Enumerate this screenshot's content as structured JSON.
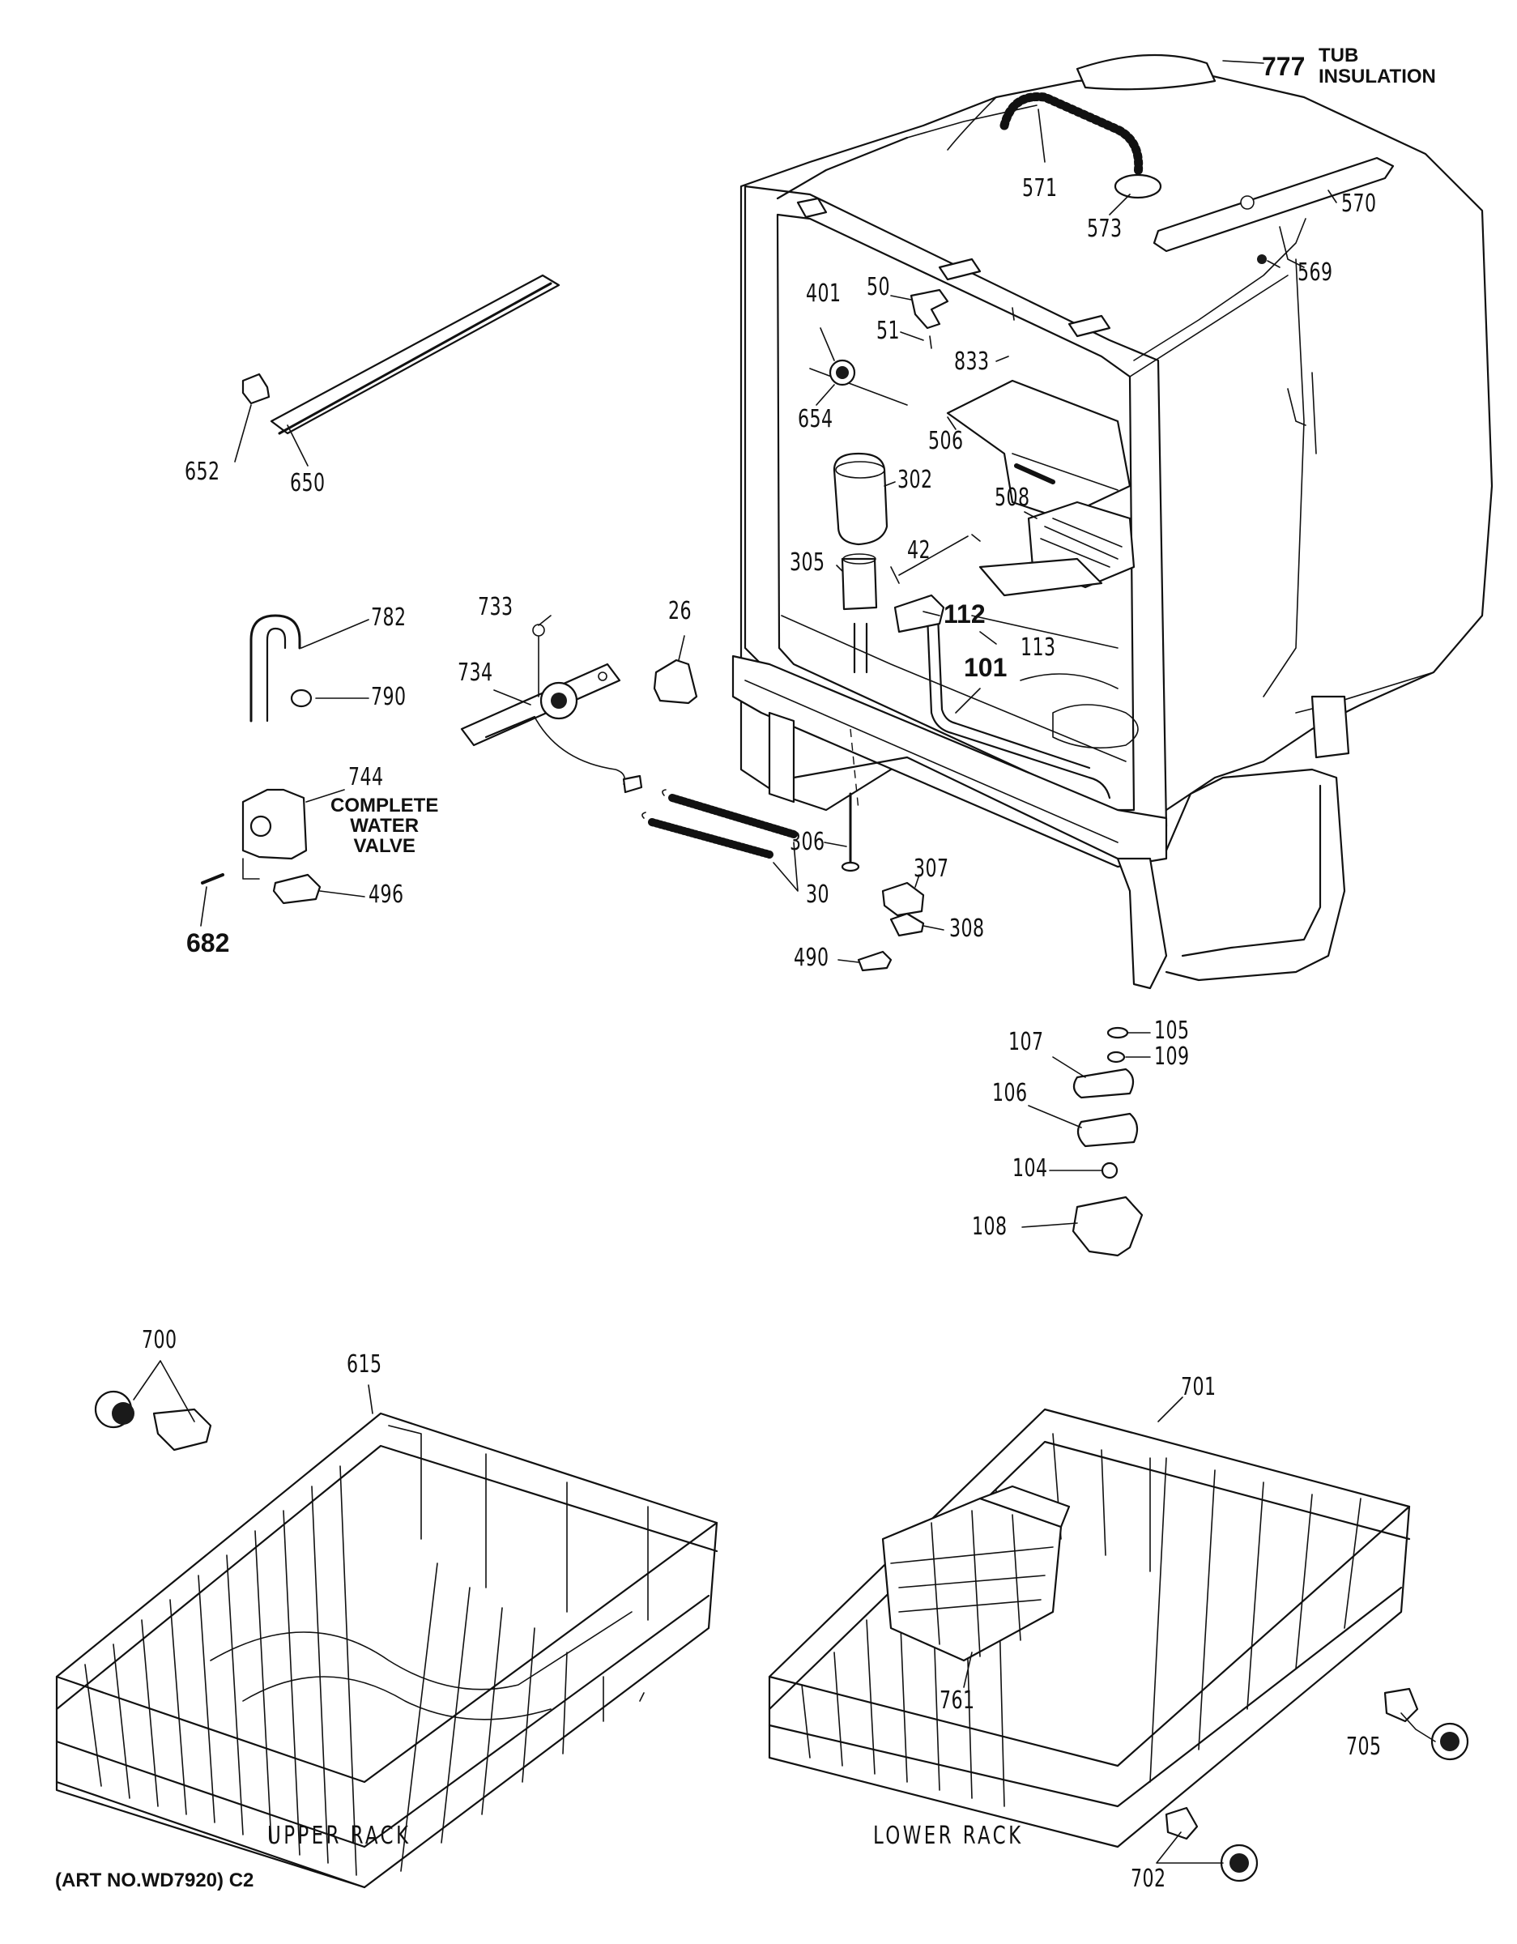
{
  "labels": {
    "l777": "777",
    "tub_insulation": "TUB\nINSULATION",
    "l571": "571",
    "l573": "573",
    "l570": "570",
    "l569": "569",
    "l401": "401",
    "l50": "50",
    "l51": "51",
    "l833": "833",
    "l654": "654",
    "l506": "506",
    "l302": "302",
    "l508": "508",
    "l42": "42",
    "l305": "305",
    "l112": "112",
    "l113": "113",
    "l101": "101",
    "l652": "652",
    "l650": "650",
    "l782": "782",
    "l790": "790",
    "l733": "733",
    "l734": "734",
    "l26": "26",
    "l744": "744",
    "complete_water_valve": "COMPLETE\nWATER\nVALVE",
    "l682": "682",
    "l496": "496",
    "l30": "30",
    "l306": "306",
    "l307": "307",
    "l308": "308",
    "l490": "490",
    "l105": "105",
    "l109": "109",
    "l107": "107",
    "l106": "106",
    "l104": "104",
    "l108": "108",
    "l700": "700",
    "l615": "615",
    "l701": "701",
    "l761": "761",
    "l705": "705",
    "l702": "702"
  },
  "captions": {
    "upper_rack": "UPPER RACK",
    "lower_rack": "LOWER RACK",
    "art_number": "(ART NO.WD7920) C2"
  }
}
